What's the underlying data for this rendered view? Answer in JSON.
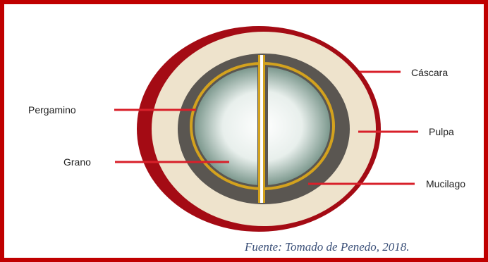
{
  "labels": {
    "cascara": "Cáscara",
    "pergamino": "Pergamino",
    "pulpa": "Pulpa",
    "grano": "Grano",
    "mucilago": "Mucilago"
  },
  "caption": "Fuente: Tomado de Penedo, 2018.",
  "colors": {
    "frame": "#c00000",
    "cascara": "#a40b14",
    "pulpa": "#eee3cc",
    "mucilago": "#5a5651",
    "pergamino": "#d3a21e",
    "grano_center": "#ffffff",
    "grano_edge": "#2f5a4a",
    "leader_line": "#d8202a"
  }
}
